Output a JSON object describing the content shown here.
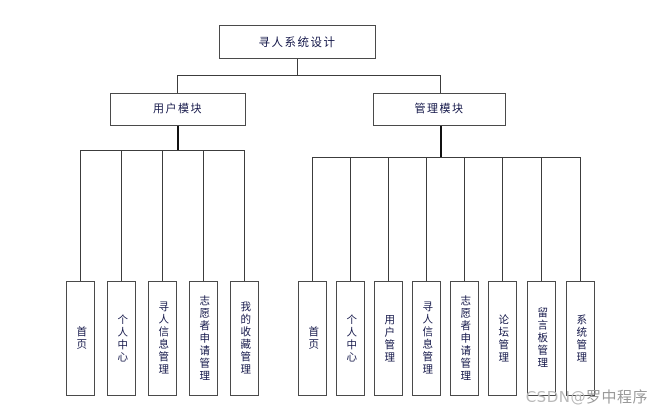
{
  "diagram": {
    "type": "tree",
    "title": "寻人系统设计",
    "root": {
      "label": "寻人系统设计"
    },
    "modules": [
      {
        "id": "user-module",
        "label": "用户模块",
        "children": [
          {
            "label": "首页"
          },
          {
            "label": "个人中心"
          },
          {
            "label": "寻人信息管理"
          },
          {
            "label": "志愿者申请管理"
          },
          {
            "label": "我的收藏管理"
          }
        ]
      },
      {
        "id": "admin-module",
        "label": "管理模块",
        "children": [
          {
            "label": "首页"
          },
          {
            "label": "个人中心"
          },
          {
            "label": "用户管理"
          },
          {
            "label": "寻人信息管理"
          },
          {
            "label": "志愿者申请管理"
          },
          {
            "label": "论坛管理"
          },
          {
            "label": "留言板管理"
          },
          {
            "label": "系统管理"
          }
        ]
      }
    ],
    "colors": {
      "background": "#ffffff",
      "box_border": "#4a4a4a",
      "connector": "#3c3c3c",
      "text": "#15184a",
      "watermark": "#b9b9b9"
    }
  },
  "watermark": {
    "brand": "CSDN",
    "separator": "@",
    "author": "罗中程序"
  }
}
